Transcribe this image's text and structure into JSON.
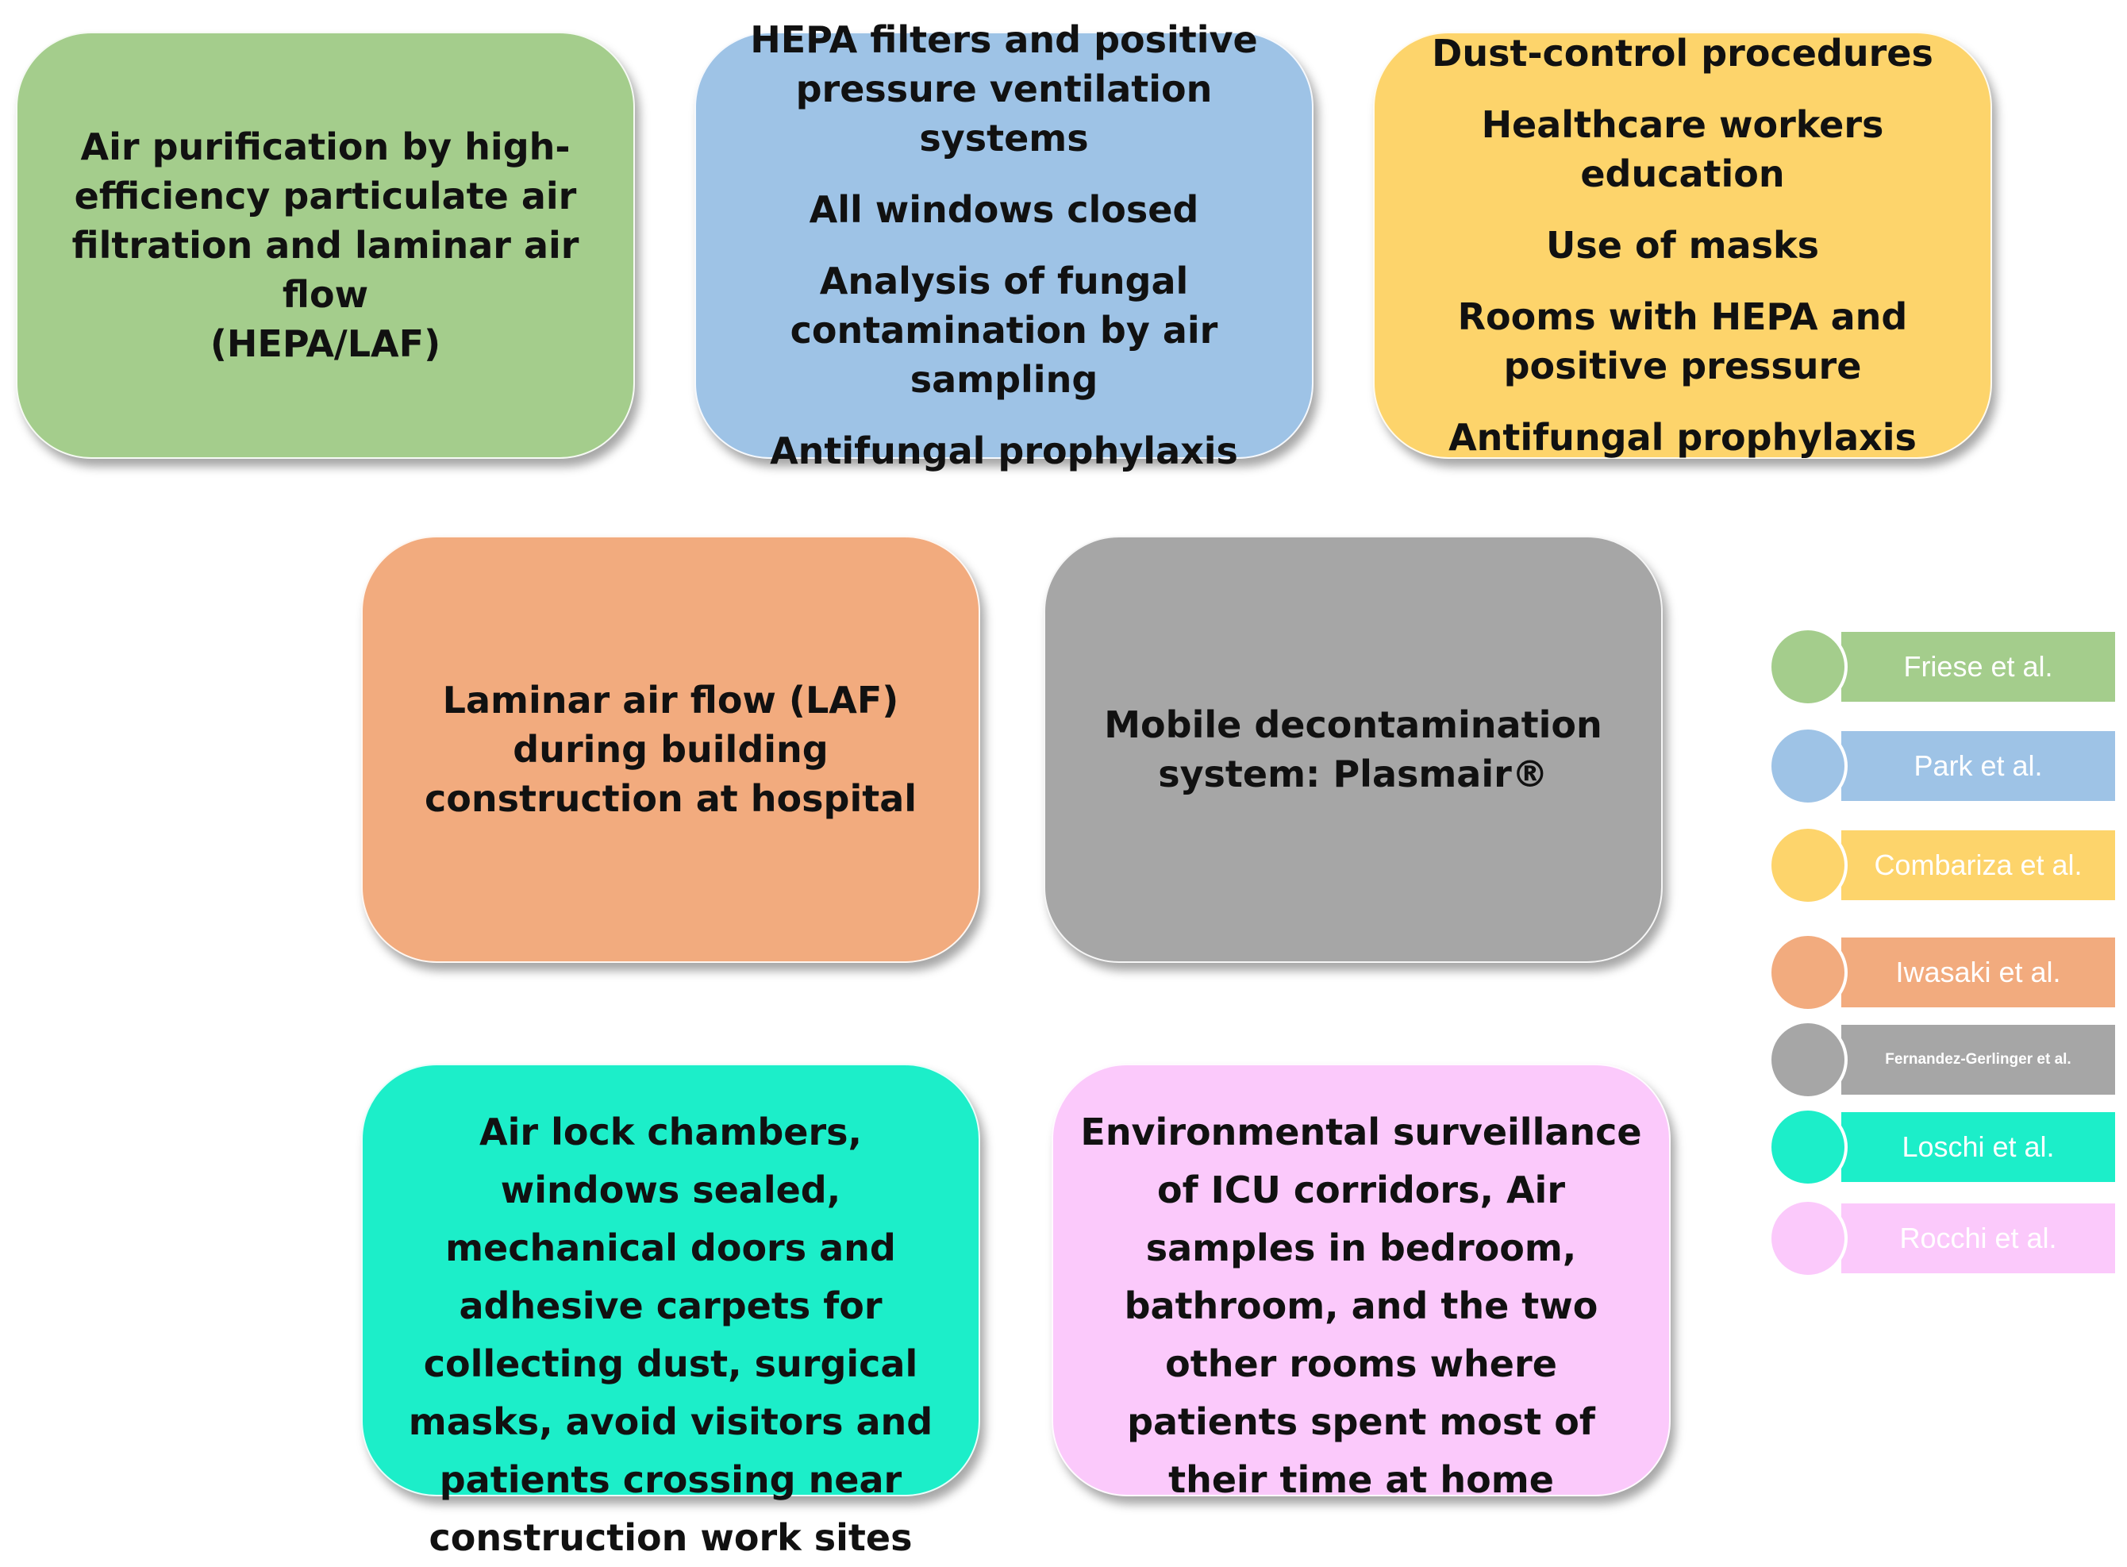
{
  "boxes": {
    "b1": {
      "color": "#a4cd8c",
      "lines": [
        "Air purification by high-",
        "efficiency particulate air",
        "filtration and laminar air flow",
        "(HEPA/LAF)"
      ]
    },
    "b2": {
      "color": "#9ec3e6",
      "items": [
        "HEPA filters and positive pressure ventilation systems",
        "All windows closed",
        "Analysis of fungal contamination by air sampling",
        "Antifungal prophylaxis"
      ]
    },
    "b3": {
      "color": "#fdd46b",
      "items": [
        "Dust-control procedures",
        "Healthcare workers education",
        "Use of masks",
        "Rooms with HEPA and positive pressure",
        "Antifungal prophylaxis"
      ]
    },
    "b4": {
      "color": "#f2ab7e",
      "text": "Laminar air flow (LAF) during building construction at hospital"
    },
    "b5": {
      "color": "#a6a6a6",
      "text": "Mobile decontamination system: Plasmair®"
    },
    "b6": {
      "color": "#1ceec9",
      "text": "Air lock chambers, windows sealed, mechanical doors and adhesive carpets for collecting dust, surgical masks, avoid visitors and patients crossing near construction work sites"
    },
    "b7": {
      "color": "#fbc9fb",
      "text": "Environmental surveillance of ICU corridors, Air samples in bedroom, bathroom, and the two other rooms where patients spent most of their time at home"
    }
  },
  "legend": [
    {
      "label": "Friese et al.",
      "color": "#a4cd8c"
    },
    {
      "label": "Park et al.",
      "color": "#9ec3e6"
    },
    {
      "label": "Combariza et al.",
      "color": "#fdd46b"
    },
    {
      "label": "Iwasaki et al.",
      "color": "#f2ab7e"
    },
    {
      "label": "Fernandez-Gerlinger et al.",
      "color": "#a6a6a6"
    },
    {
      "label": "Loschi et al.",
      "color": "#1ceec9"
    },
    {
      "label": "Rocchi et al.",
      "color": "#fbc9fb"
    }
  ]
}
